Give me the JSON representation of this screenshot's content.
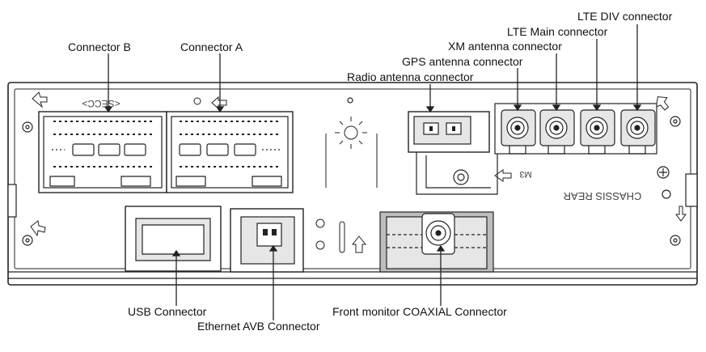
{
  "labels": {
    "connector_b": "Connector B",
    "connector_a": "Connector A",
    "radio_antenna": "Radio antenna connector",
    "gps_antenna": "GPS antenna connector",
    "xm_antenna": "XM antenna connector",
    "lte_main": "LTE Main connector",
    "lte_div": "LTE DIV connector",
    "usb": "USB Connector",
    "ethernet_avb": "Ethernet AVB Connector",
    "front_monitor_coaxial": "Front monitor COAXIAL Connector"
  },
  "engraved": {
    "secc": "<SECC>",
    "chassis_rear": "CHASSIS REAR",
    "m3": "M3"
  },
  "colors": {
    "line": "#222222",
    "panel": "#ffffff",
    "shade": "#e6e6e6",
    "dark_shade": "#bdbdbd"
  }
}
